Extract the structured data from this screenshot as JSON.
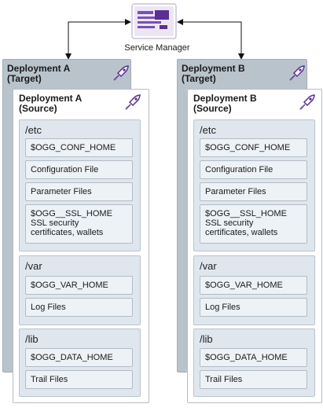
{
  "service_manager": {
    "label": "Service Manager",
    "icon": "service-manager-icon"
  },
  "deployments": [
    {
      "target_title": "Deployment A",
      "target_subtitle": "(Target)",
      "source_title": "Deployment A",
      "source_subtitle": "(Source)",
      "groups": [
        {
          "label": "/etc",
          "items": [
            "$OGG_CONF_HOME",
            "Configuration File",
            "Parameter Files"
          ],
          "ssl": {
            "line1": "$OGG__SSL_HOME",
            "line2": "SSL security",
            "line3": "certificates, wallets"
          }
        },
        {
          "label": "/var",
          "items": [
            "$OGG_VAR_HOME",
            "Log Files"
          ]
        },
        {
          "label": "/lib",
          "items": [
            "$OGG_DATA_HOME",
            "Trail Files"
          ]
        }
      ]
    },
    {
      "target_title": "Deployment B",
      "target_subtitle": "(Target)",
      "source_title": "Deployment B",
      "source_subtitle": "(Source)",
      "groups": [
        {
          "label": "/etc",
          "items": [
            "$OGG_CONF_HOME",
            "Configuration File",
            "Parameter Files"
          ],
          "ssl": {
            "line1": "$OGG__SSL_HOME",
            "line2": "SSL security",
            "line3": "certificates, wallets"
          }
        },
        {
          "label": "/var",
          "items": [
            "$OGG_VAR_HOME",
            "Log Files"
          ]
        },
        {
          "label": "/lib",
          "items": [
            "$OGG_DATA_HOME",
            "Trail Files"
          ]
        }
      ]
    }
  ],
  "colors": {
    "target_panel": "#b9c3cc",
    "group_panel": "#dfe6ed",
    "item_box": "#edf2f6",
    "icon_accent": "#6b3aa8"
  }
}
